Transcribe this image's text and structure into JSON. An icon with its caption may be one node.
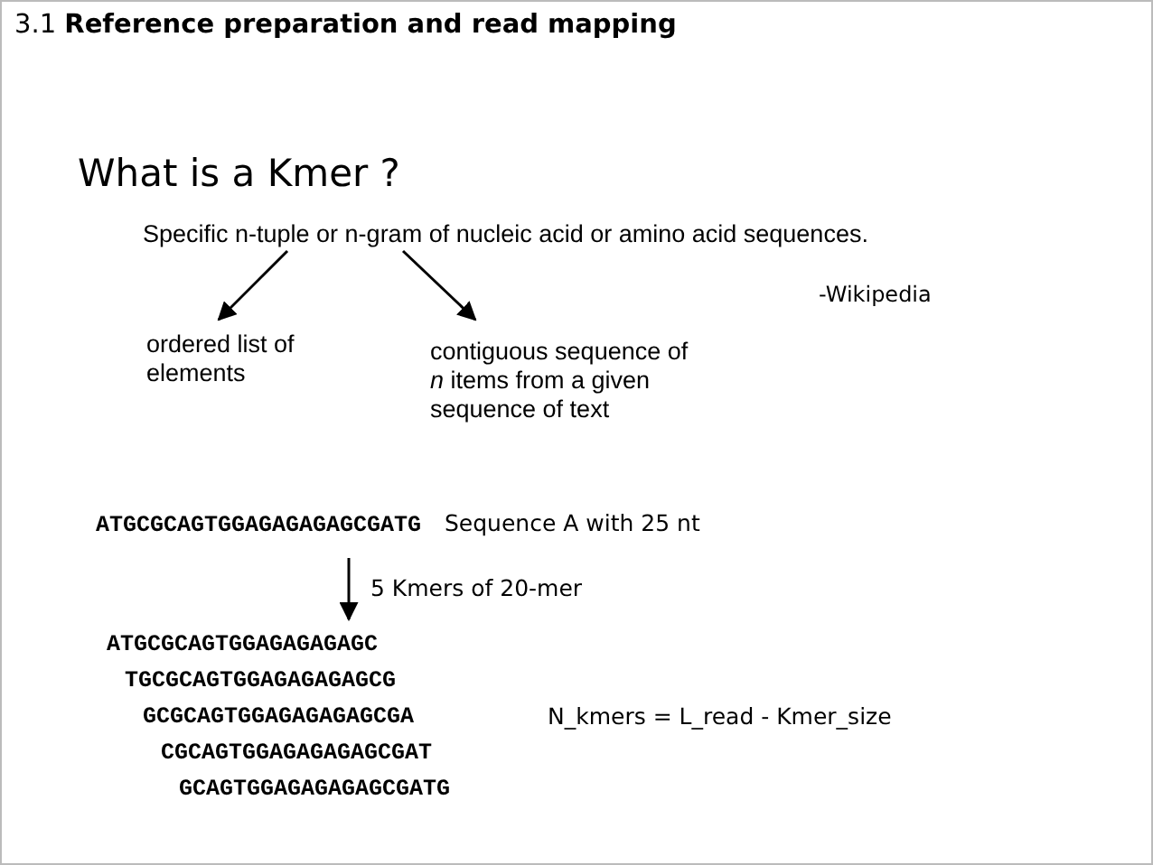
{
  "diagram": {
    "title": "3.1 **Reference preparation and read mapping**",
    "nodes": [
      {
        "text": [
          "Specific n-tuple or n-gram of nucleic acid or amino acid sequences."
        ]
      },
      {
        "text": [
          "ordered list of elements"
        ]
      },
      {
        "text": [
          "contiguous sequence of *n* items from a given sequence of text"
        ]
      },
      {
        "text": [
          "ATGCGCAGTGGAGAGAGAGCGATG"
        ],
        "beside": [
          "Sequence A with 25 nt"
        ]
      },
      {
        "text": [
          "ATGCGCAGTGGAGAGAGAGC",
          "TGCGCAGTGGAGAGAGAGCG",
          "GCGCAGTGGAGAGAGAGCGA",
          "CGCAGTGGAGAGAGAGCGAT",
          "GCAGTGGAGAGAGAGCGATG"
        ]
      }
    ],
    "edges": [
      {
        "from": 0,
        "to": 1,
        "arrow": "to"
      },
      {
        "from": 0,
        "to": 2,
        "arrow": "to"
      },
      {
        "from": 3,
        "to": 4,
        "arrow": "to",
        "label": "5 Kmers of 20-mer"
      }
    ],
    "labels": [
      "What is a Kmer ?",
      "-Wikipedia",
      "N_kmers = L_read - Kmer_size"
    ]
  }
}
